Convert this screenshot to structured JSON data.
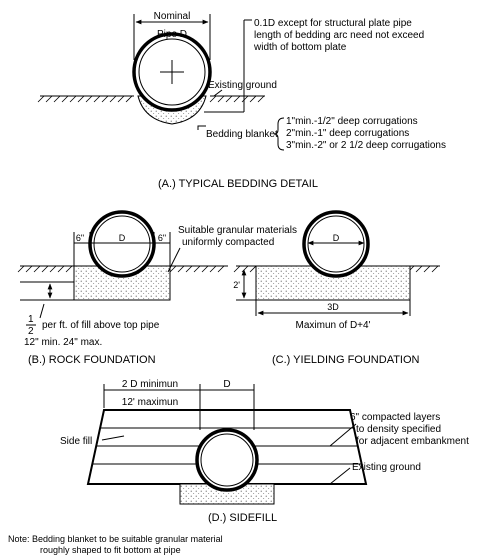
{
  "panel_a": {
    "nominal": "Nominal",
    "pipe_d": "Pipe D",
    "note_line1": "0.1D except for structural plate pipe",
    "note_line2": "length of bedding arc need not exceed",
    "note_line3": "width of bottom plate",
    "existing_ground": "Existing ground",
    "bedding_blanket": "Bedding blanket",
    "corr1_num": "1\"",
    "corr1_rest": "min.-1/2\" deep corrugations",
    "corr2_num": "2\"",
    "corr2_rest": "min.-1\" deep corrugations",
    "corr3_num": "3\"",
    "corr3_rest": "min.-2\" or 2 1/2 deep corrugations",
    "caption": "(A.) TYPICAL BEDDING DETAIL"
  },
  "panel_b": {
    "dim_left": "6\"",
    "dim_d": "D",
    "dim_right": "6\"",
    "granular_line1": "Suitable granular materials",
    "granular_line2": "uniformly compacted",
    "frac_num": "1",
    "frac_den": "2",
    "per_ft": "per ft. of fill above top pipe",
    "min_max": "12\" min. 24\" max.",
    "caption": "(B.) ROCK FOUNDATION"
  },
  "panel_c": {
    "dim_d": "D",
    "dim_2": "2'",
    "dim_3d": "3D",
    "max_note": "Maximun of D+4'",
    "caption": "(C.) YIELDING FOUNDATION"
  },
  "panel_d": {
    "dim_2d": "2 D minimun",
    "dim_d": "D",
    "dim_12": "12' maximun",
    "layers_line1": "6\" compacted layers",
    "layers_line2": "to density specified",
    "layers_line3": "for adjacent embankment",
    "side_fill": "Side fill",
    "existing_ground": "Existing ground",
    "caption": "(D.) SIDEFILL"
  },
  "note": {
    "line1": "Note: Bedding blanket to be suitable granular material",
    "line2": "roughly shaped to fit bottom at pipe"
  }
}
